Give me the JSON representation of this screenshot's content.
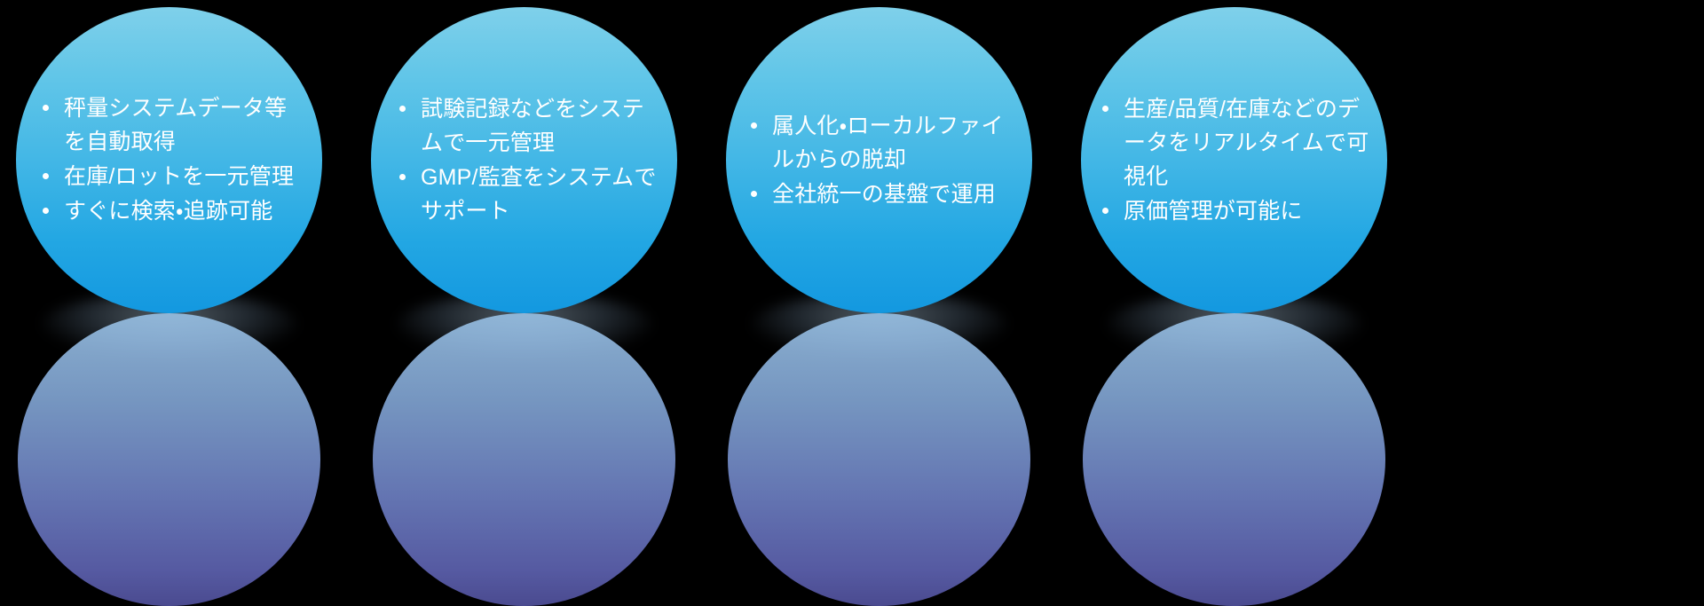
{
  "theme": {
    "background_color": "#000000",
    "bubble_top_color": "#7fd0ea",
    "bubble_bottom_color": "#1398e0",
    "text_color": "#ffffff",
    "reflection_color": "#8189e8"
  },
  "circles": [
    {
      "id": "circle-1",
      "bullets": [
        "秤量システムデータ等を自動取得",
        "在庫/ロットを一元管理",
        "すぐに検索・追跡可能"
      ]
    },
    {
      "id": "circle-2",
      "bullets": [
        "試験記録などをシステムで一元管理",
        "GMP/監査をシステムでサポート"
      ]
    },
    {
      "id": "circle-3",
      "bullets": [
        "属人化・ローカルファイルからの脱却",
        "全社統一の基盤で運用"
      ]
    },
    {
      "id": "circle-4",
      "bullets": [
        "生産/品質/在庫などのデータをリアルタイムで可視化",
        "原価管理が可能に"
      ]
    }
  ]
}
